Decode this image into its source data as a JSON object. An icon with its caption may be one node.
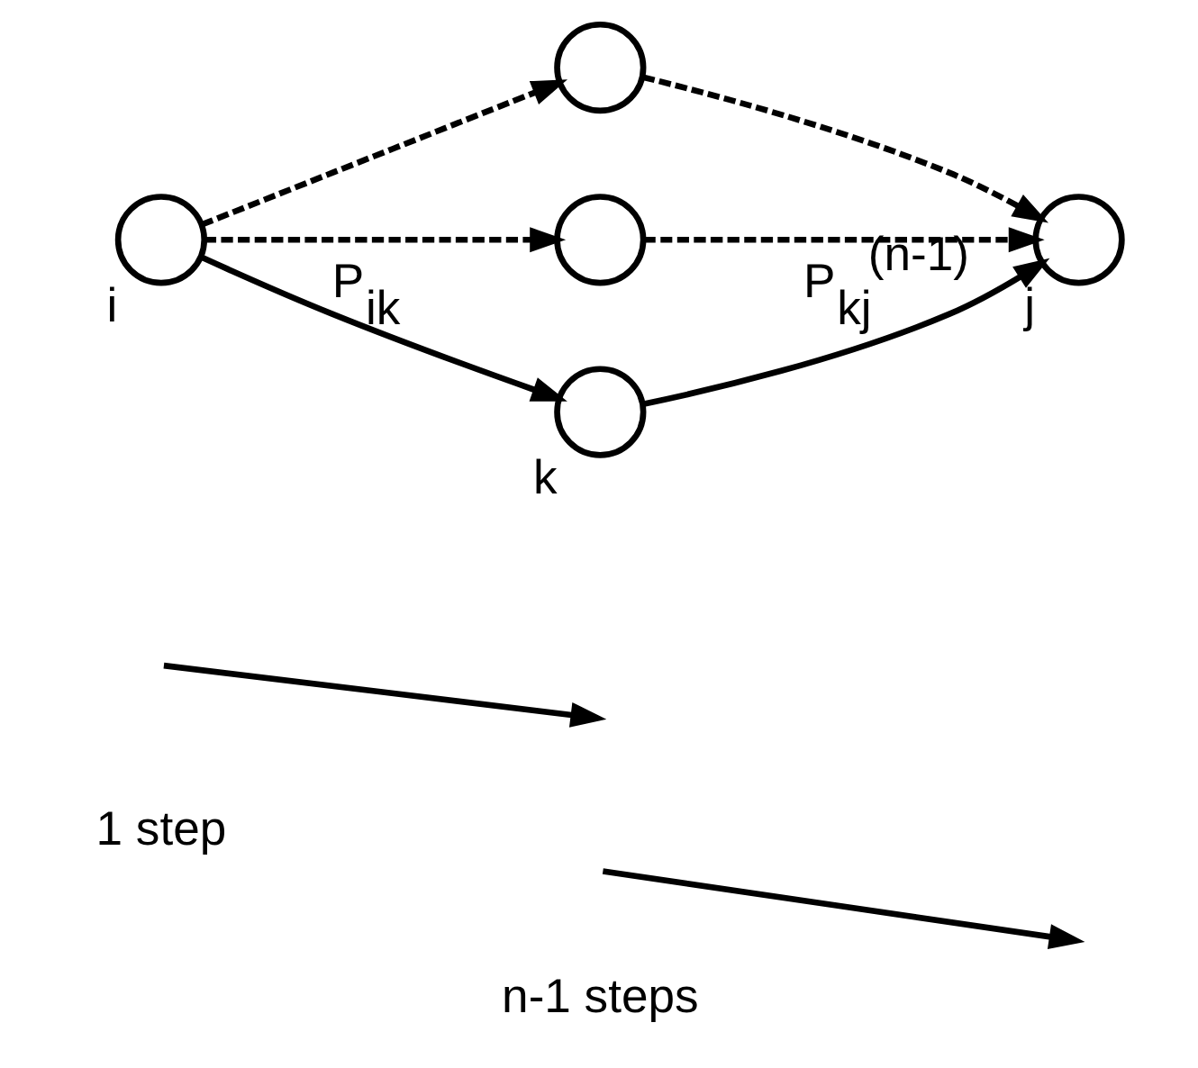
{
  "diagram": {
    "nodes": [
      {
        "text": [],
        "shape": "circle",
        "beside": [
          "i"
        ]
      },
      {
        "text": [],
        "shape": "circle"
      },
      {
        "text": [],
        "shape": "circle"
      },
      {
        "text": [],
        "shape": "circle",
        "beside": [
          "k"
        ]
      },
      {
        "text": [],
        "shape": "circle",
        "beside": [
          "j"
        ]
      }
    ],
    "edges": [
      {
        "from": 0,
        "to": 1,
        "arrow": "to",
        "style": "dashed"
      },
      {
        "from": 1,
        "to": 4,
        "arrow": "to",
        "style": "dashed"
      },
      {
        "from": 0,
        "to": 2,
        "arrow": "to",
        "style": "dashed"
      },
      {
        "from": 2,
        "to": 4,
        "arrow": "to",
        "style": "dashed"
      },
      {
        "from": 0,
        "to": 3,
        "arrow": "to",
        "label": "P$_{ik}$"
      },
      {
        "from": 3,
        "to": 4,
        "arrow": "to",
        "label": "P$_{kj}$$^{(n-1)}$"
      }
    ],
    "legend": [
      {
        "text": "1 step"
      },
      {
        "text": "n-1 steps"
      }
    ]
  }
}
